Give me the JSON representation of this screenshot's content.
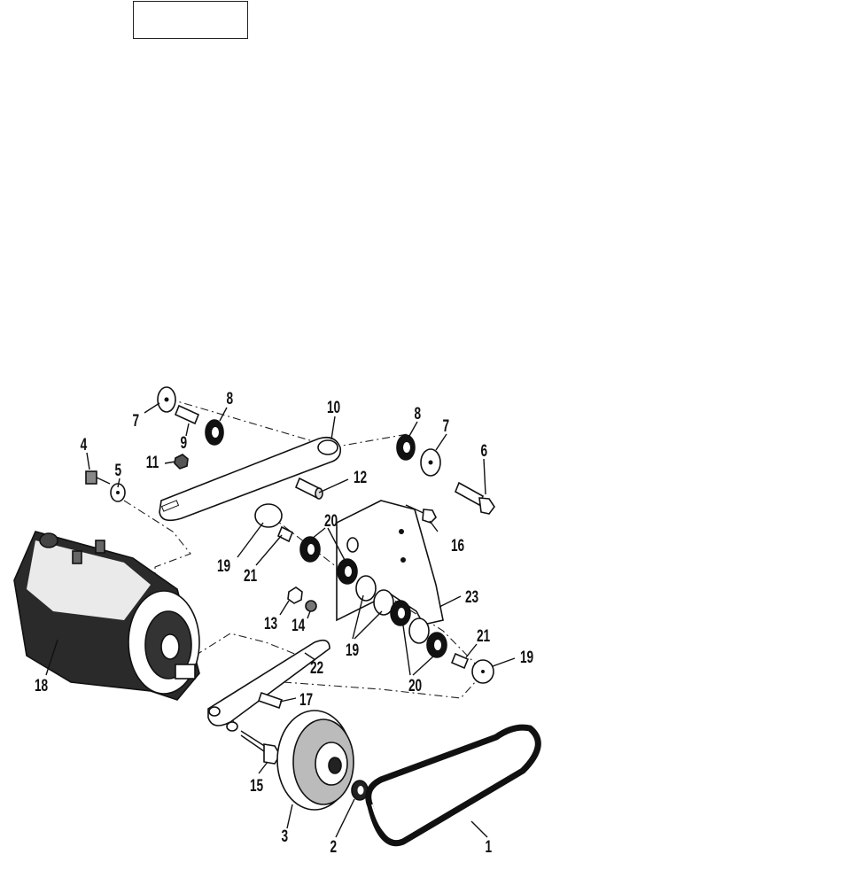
{
  "header_box": {
    "text": ""
  },
  "callouts": {
    "n1": "1",
    "n2": "2",
    "n3": "3",
    "n4": "4",
    "n5": "5",
    "n6": "6",
    "n7a": "7",
    "n7b": "7",
    "n8a": "8",
    "n8b": "8",
    "n9": "9",
    "n10": "10",
    "n11": "11",
    "n12": "12",
    "n13": "13",
    "n14": "14",
    "n15": "15",
    "n16": "16",
    "n17": "17",
    "n18": "18",
    "n19a": "19",
    "n19b": "19",
    "n19c": "19",
    "n20a": "20",
    "n20b": "20",
    "n21a": "21",
    "n21b": "21",
    "n22": "22",
    "n23": "23"
  }
}
